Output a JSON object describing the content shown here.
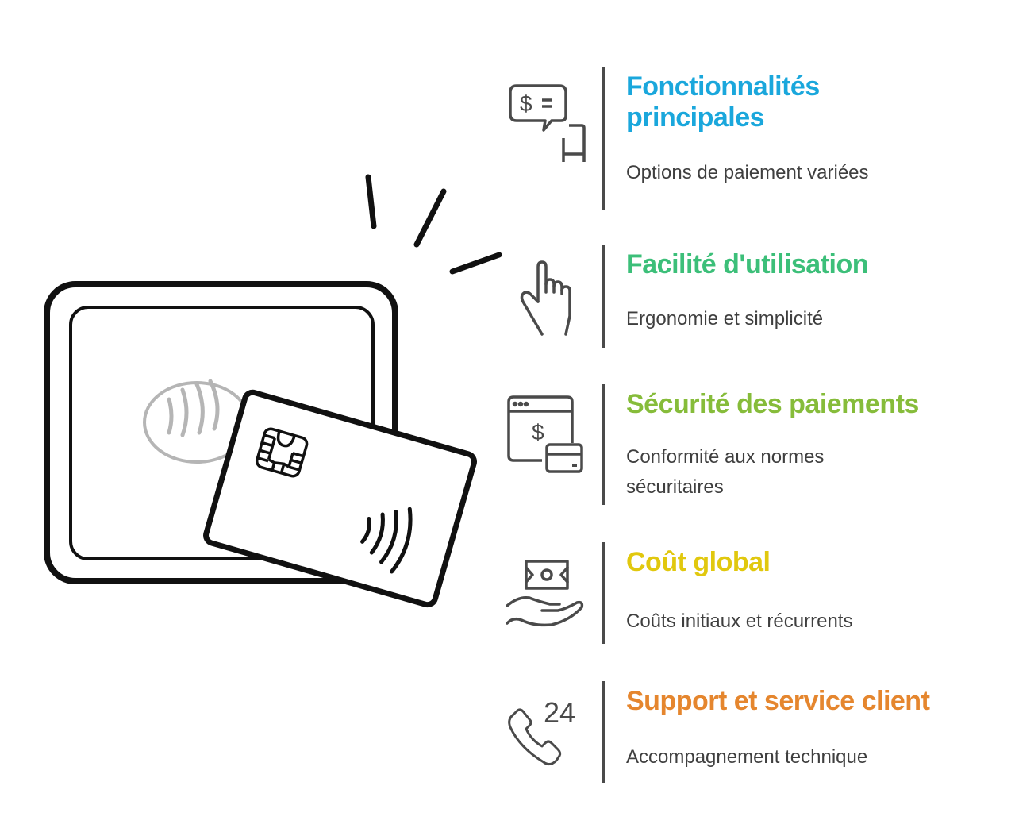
{
  "illustration": {
    "name": "contactless-payment-terminal-with-card",
    "icons": [
      "nfc-terminal-icon",
      "contactless-card-icon",
      "chip-icon",
      "contactless-waves-icon"
    ]
  },
  "features": [
    {
      "id": "fonctionnalites",
      "icon": "chat-payment-mobile-icon",
      "title_line1": "Fonctionnalités",
      "title_line2": "principales",
      "description": "Options de paiement variées",
      "color": "#1aa7dc"
    },
    {
      "id": "facilite",
      "icon": "hand-pointer-icon",
      "title_line1": "Facilité d'utilisation",
      "title_line2": "",
      "description": "Ergonomie et simplicité",
      "color": "#3cbf79"
    },
    {
      "id": "securite",
      "icon": "browser-dollar-card-icon",
      "title_line1": "Sécurité des paiements",
      "title_line2": "",
      "description_line1": "Conformité aux normes",
      "description_line2": "sécuritaires",
      "color": "#86bc3a"
    },
    {
      "id": "cout",
      "icon": "money-hand-icon",
      "title_line1": "Coût global",
      "title_line2": "",
      "description": "Coûts initiaux et récurrents",
      "color": "#e1c80e"
    },
    {
      "id": "support",
      "icon": "phone-24-icon",
      "title_line1": "Support et service client",
      "title_line2": "",
      "description": "Accompagnement technique",
      "icon_text": "24",
      "color": "#e5862e"
    }
  ]
}
